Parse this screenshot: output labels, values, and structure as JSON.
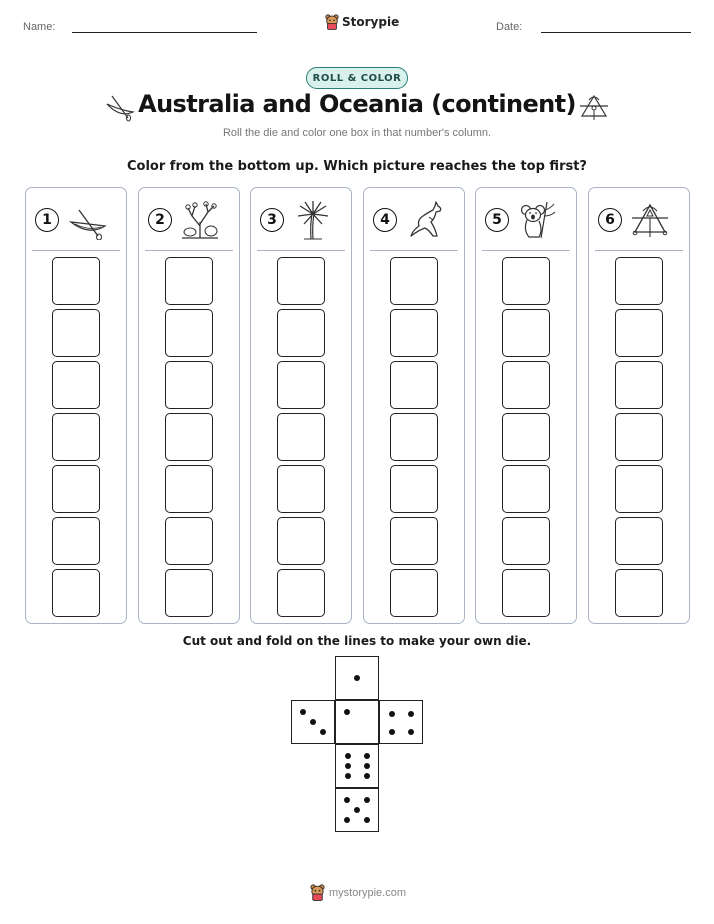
{
  "header": {
    "name_label": "Name:",
    "date_label": "Date:",
    "brand": "Storypie"
  },
  "worksheet": {
    "tag": "ROLL & COLOR",
    "title": "Australia and Oceania (continent)",
    "subtitle": "Roll the die and color one box in that number's column.",
    "instruction": "Color from the bottom up. Which picture reaches the top first?",
    "columns": [
      {
        "number": "1",
        "icon": "canoe-icon"
      },
      {
        "number": "2",
        "icon": "coral-icon"
      },
      {
        "number": "3",
        "icon": "palm-tree-icon"
      },
      {
        "number": "4",
        "icon": "kangaroo-icon"
      },
      {
        "number": "5",
        "icon": "koala-icon"
      },
      {
        "number": "6",
        "icon": "southern-cross-icon"
      }
    ],
    "boxes_per_column": 7,
    "cut_instruction": "Cut out and fold on the lines to make your own die."
  },
  "die_net": {
    "faces": [
      1,
      3,
      4,
      6,
      5
    ]
  },
  "footer": {
    "site": "mystorypie.com"
  },
  "colors": {
    "pill_border": "#2a7f74",
    "pill_fill": "#d9f1ec",
    "column_border": "#aab3c7"
  }
}
